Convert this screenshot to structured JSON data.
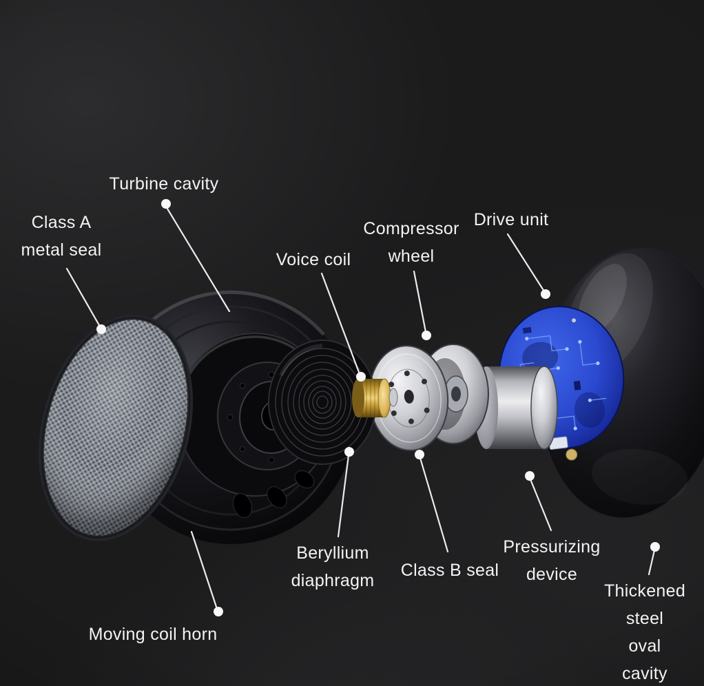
{
  "diagram": {
    "type": "exploded-view",
    "labels": [
      {
        "id": "turbine-cavity",
        "text": "Turbine cavity"
      },
      {
        "id": "class-a-metal-seal",
        "text": "Class A\nmetal seal"
      },
      {
        "id": "voice-coil",
        "text": "Voice coil"
      },
      {
        "id": "compressor-wheel",
        "text": "Compressor\nwheel"
      },
      {
        "id": "drive-unit",
        "text": "Drive unit"
      },
      {
        "id": "beryllium-diaphragm",
        "text": "Beryllium\ndiaphragm"
      },
      {
        "id": "class-b-seal",
        "text": "Class B seal"
      },
      {
        "id": "pressurizing-device",
        "text": "Pressurizing\ndevice"
      },
      {
        "id": "thickened-steel-oval-cavity",
        "text": "Thickened\nsteel\noval cavity"
      },
      {
        "id": "moving-coil-horn",
        "text": "Moving coil horn"
      }
    ],
    "colors": {
      "background": "#1b1b1c",
      "label_text": "#f3f3f3",
      "leader_line": "#ececec",
      "mesh_gray": "#8b9099",
      "horn_black": "#0e0e11",
      "voice_coil_gold": "#d9b254",
      "chrome_silver": "#cfd0d5",
      "pcb_blue": "#2a49cf",
      "shell_black": "#0a0a0c"
    }
  }
}
